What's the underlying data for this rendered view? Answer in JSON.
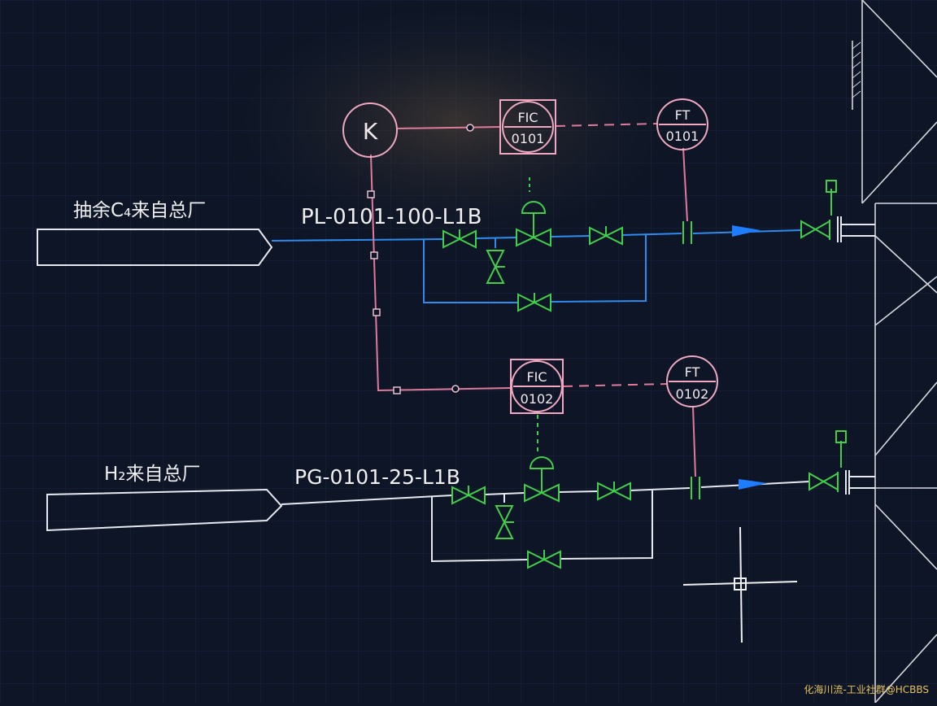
{
  "source_1": {
    "label": "抽余C₄来自总厂",
    "line_number": "PL-0101-100-L1B"
  },
  "source_2": {
    "label": "H₂来自总厂",
    "line_number": "PG-0101-25-L1B"
  },
  "ratio_relay": {
    "tag": "K"
  },
  "controller_1": {
    "tag": "FIC",
    "number": "0101"
  },
  "transmitter_1": {
    "tag": "FT",
    "number": "0101"
  },
  "controller_2": {
    "tag": "FIC",
    "number": "0102"
  },
  "transmitter_2": {
    "tag": "FT",
    "number": "0102"
  },
  "watermark": "化海川流-工业社群@HCBBS",
  "colors": {
    "background": "#0d1526",
    "process_line_1": "#2e8cf0",
    "process_line_2": "#e8e8f0",
    "valves": "#3fcf4a",
    "instrument_signal": "#e07a9a",
    "instrument_bubble": "#f0a8c0",
    "arrow": "#1e7cff"
  }
}
